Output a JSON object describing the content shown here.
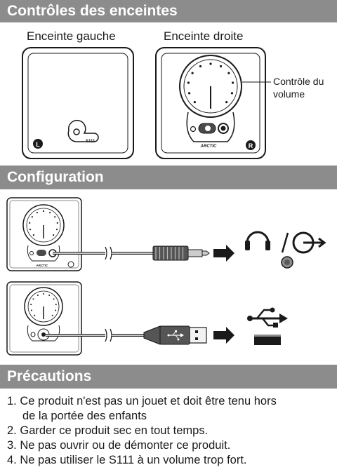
{
  "sections": {
    "controls": "Contrôles des enceintes",
    "configuration": "Configuration",
    "precautions": "Précautions"
  },
  "speakers": {
    "left_label": "Enceinte gauche",
    "right_label": "Enceinte droite",
    "volume_label_line1": "Contrôle du",
    "volume_label_line2": "volume",
    "left_badge": "L",
    "right_badge": "R",
    "model": "S111",
    "brand": "ARCTIC"
  },
  "precautions": [
    {
      "number": "1.",
      "line1": "Ce produit n'est pas un jouet et doit être tenu hors",
      "line2": "de  la portée des enfants"
    },
    {
      "number": "2.",
      "line1": "Garder ce produit sec en tout temps."
    },
    {
      "number": "3.",
      "line1": "Ne pas ouvrir ou de démonter ce produit."
    },
    {
      "number": "4.",
      "line1": "Ne pas utiliser le S111 à un volume trop fort."
    }
  ],
  "colors": {
    "band": "#8c8c8c",
    "line": "#1a1a1a"
  },
  "icons": [
    "headphones-icon",
    "line-out-icon",
    "usb-icon",
    "usb-port-icon",
    "audio-jack-port-icon"
  ]
}
